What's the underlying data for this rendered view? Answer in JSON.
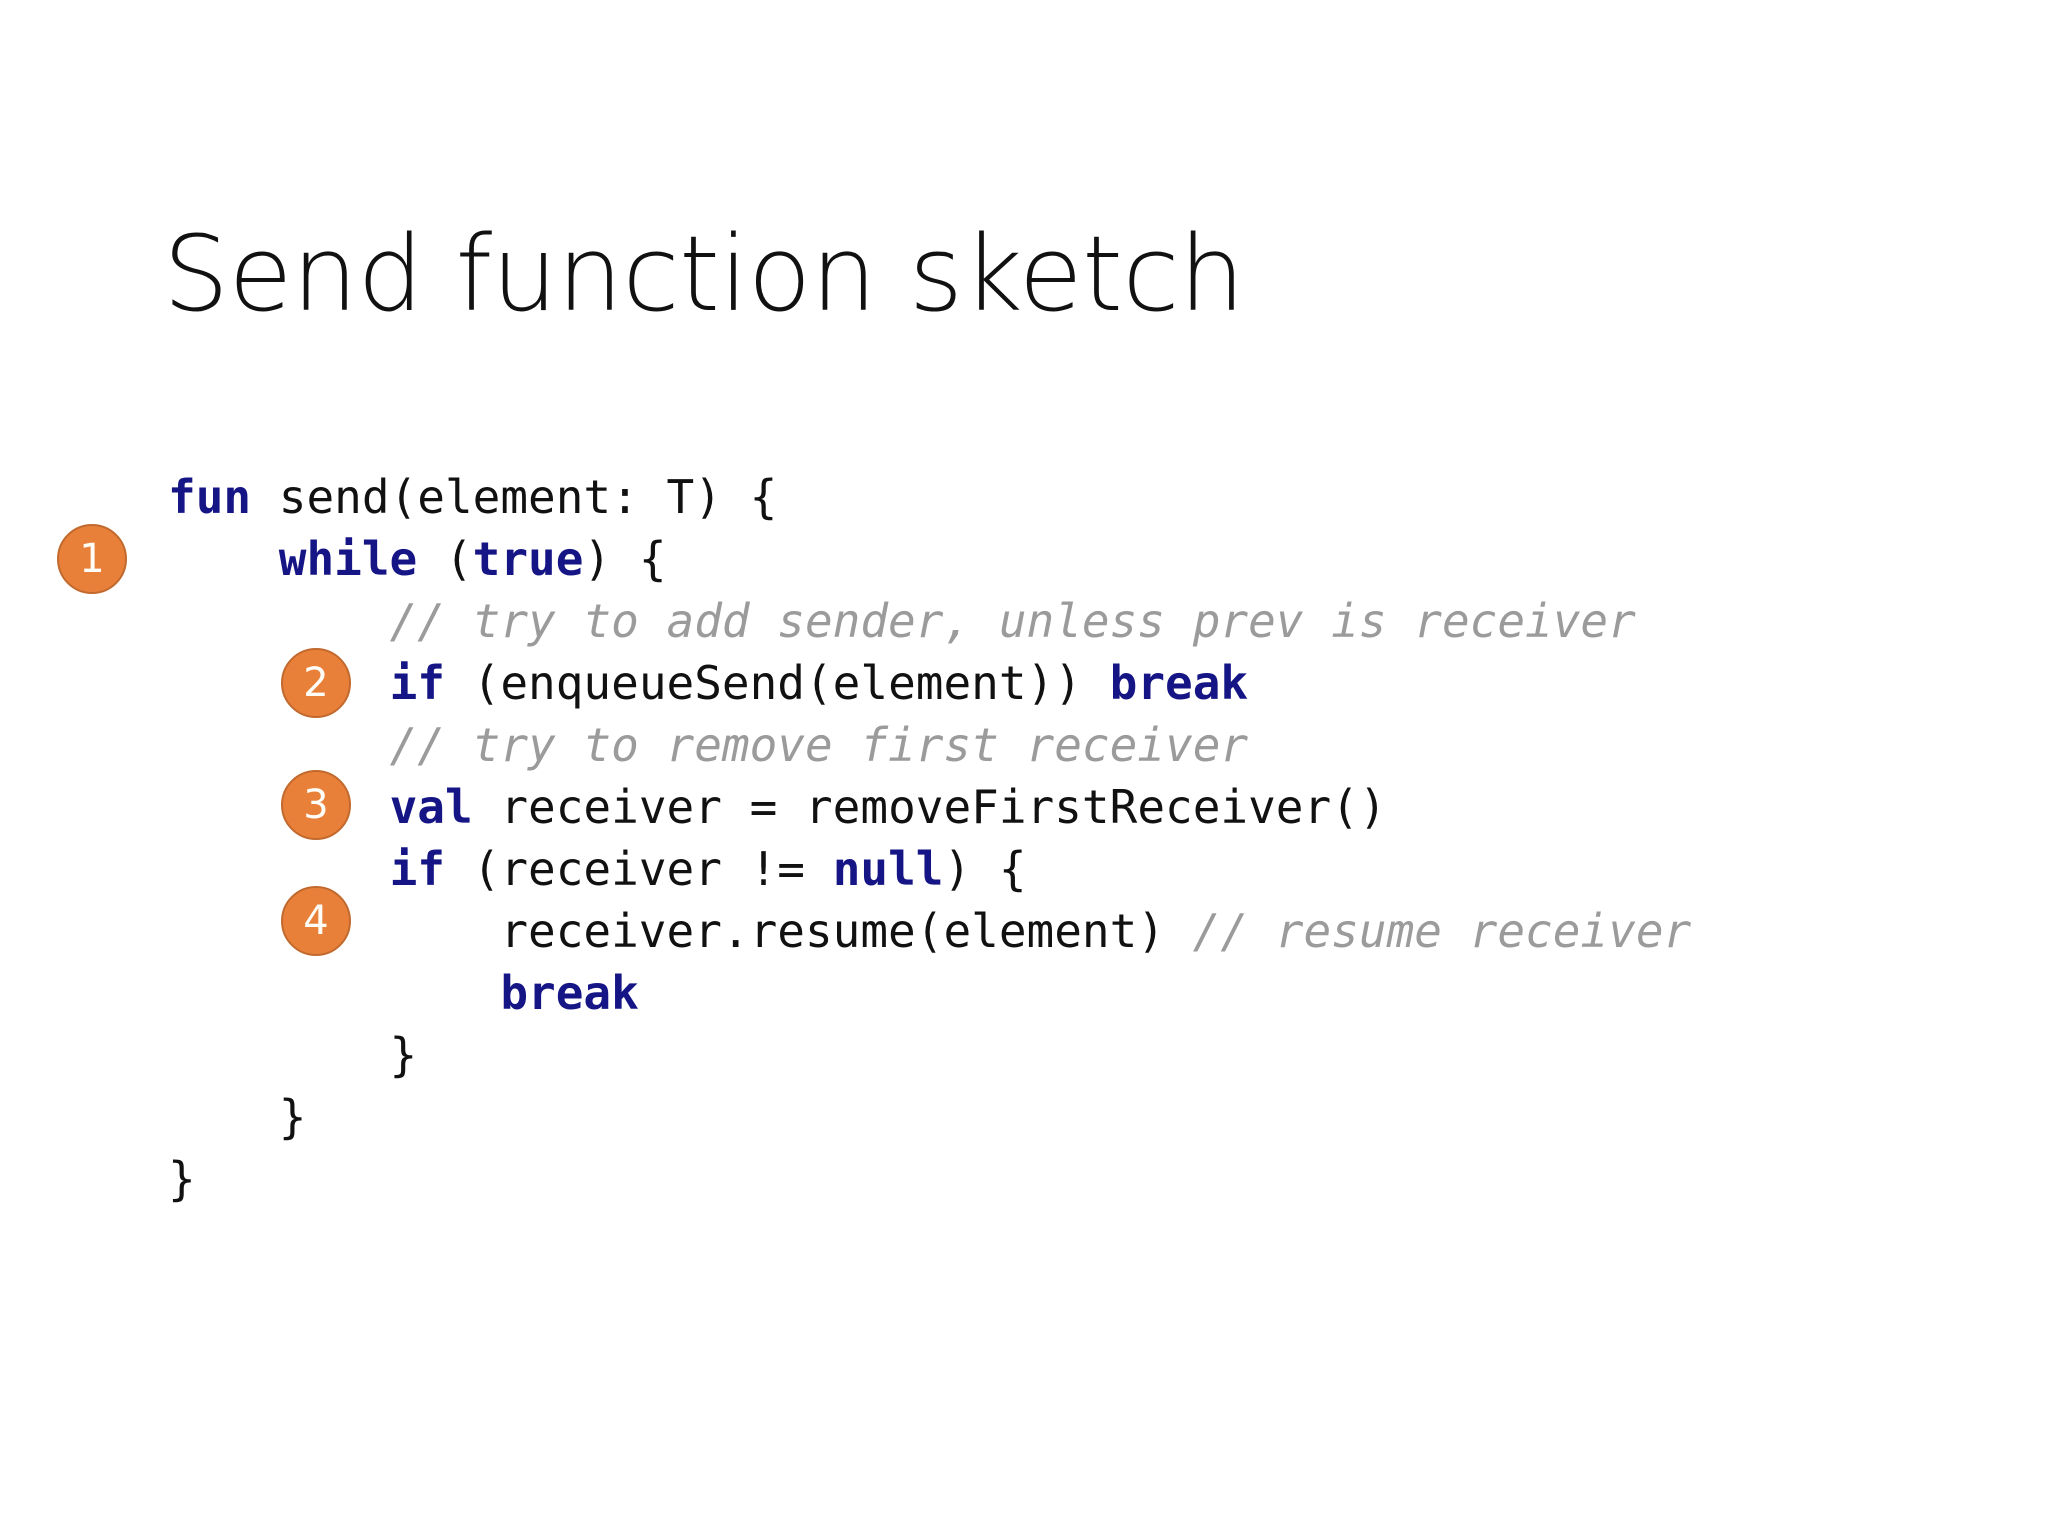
{
  "slide": {
    "title": "Send function sketch",
    "background_color": "#FFFFFF"
  },
  "theme": {
    "keyword_color": "#151585",
    "plain_color": "#111111",
    "comment_color": "#9B9B9B",
    "badge_fill": "#E8803A",
    "badge_border": "#C2692E",
    "badge_text_color": "#FFFDF8"
  },
  "code": {
    "language": "kotlin",
    "lines": [
      {
        "index": 0,
        "text": "fun send(element: T) {",
        "tokens": [
          {
            "t": "fun",
            "k": "kw"
          },
          {
            "t": " send(element: T) {",
            "k": "plain"
          }
        ]
      },
      {
        "index": 1,
        "text": "    while (true) {",
        "tokens": [
          {
            "t": "    ",
            "k": "plain"
          },
          {
            "t": "while",
            "k": "kw"
          },
          {
            "t": " (",
            "k": "plain"
          },
          {
            "t": "true",
            "k": "kw"
          },
          {
            "t": ") {",
            "k": "plain"
          }
        ]
      },
      {
        "index": 2,
        "text": "        // try to add sender, unless prev is receiver",
        "tokens": [
          {
            "t": "        ",
            "k": "plain"
          },
          {
            "t": "// try to add sender, unless prev is receiver",
            "k": "cmt"
          }
        ]
      },
      {
        "index": 3,
        "text": "        if (enqueueSend(element)) break",
        "tokens": [
          {
            "t": "        ",
            "k": "plain"
          },
          {
            "t": "if",
            "k": "kw"
          },
          {
            "t": " (enqueueSend(element)) ",
            "k": "plain"
          },
          {
            "t": "break",
            "k": "kw"
          }
        ]
      },
      {
        "index": 4,
        "text": "        // try to remove first receiver",
        "tokens": [
          {
            "t": "        ",
            "k": "plain"
          },
          {
            "t": "// try to remove first receiver",
            "k": "cmt"
          }
        ]
      },
      {
        "index": 5,
        "text": "        val receiver = removeFirstReceiver()",
        "tokens": [
          {
            "t": "        ",
            "k": "plain"
          },
          {
            "t": "val",
            "k": "kw"
          },
          {
            "t": " receiver = removeFirstReceiver()",
            "k": "plain"
          }
        ]
      },
      {
        "index": 6,
        "text": "        if (receiver != null) {",
        "tokens": [
          {
            "t": "        ",
            "k": "plain"
          },
          {
            "t": "if",
            "k": "kw"
          },
          {
            "t": " (receiver != ",
            "k": "plain"
          },
          {
            "t": "null",
            "k": "kw"
          },
          {
            "t": ") {",
            "k": "plain"
          }
        ]
      },
      {
        "index": 7,
        "text": "            receiver.resume(element) // resume receiver",
        "tokens": [
          {
            "t": "            receiver.resume(element) ",
            "k": "plain"
          },
          {
            "t": "// resume receiver",
            "k": "cmt"
          }
        ]
      },
      {
        "index": 8,
        "text": "            break",
        "tokens": [
          {
            "t": "            ",
            "k": "plain"
          },
          {
            "t": "break",
            "k": "kw"
          }
        ]
      },
      {
        "index": 9,
        "text": "        }",
        "tokens": [
          {
            "t": "        }",
            "k": "plain"
          }
        ]
      },
      {
        "index": 10,
        "text": "    }",
        "tokens": [
          {
            "t": "    }",
            "k": "plain"
          }
        ]
      },
      {
        "index": 11,
        "text": "}",
        "tokens": [
          {
            "t": "}",
            "k": "plain"
          }
        ]
      }
    ]
  },
  "badges": [
    {
      "id": "badge-1",
      "label": "1",
      "annotates_line": 1
    },
    {
      "id": "badge-2",
      "label": "2",
      "annotates_line": 3
    },
    {
      "id": "badge-3",
      "label": "3",
      "annotates_line": 5
    },
    {
      "id": "badge-4",
      "label": "4",
      "annotates_line": 7
    }
  ]
}
